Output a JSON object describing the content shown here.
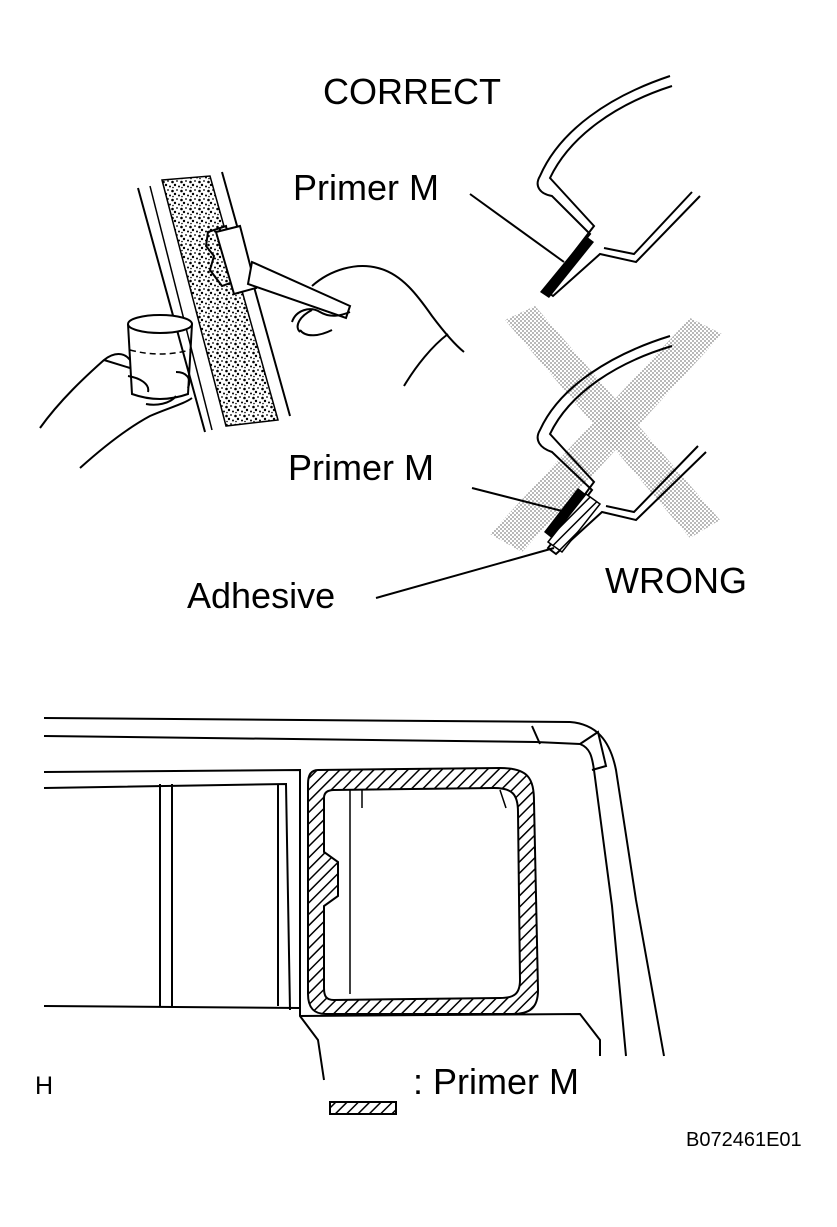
{
  "labels": {
    "correct": "CORRECT",
    "wrong": "WRONG",
    "primer_top": "Primer M",
    "primer_wrong": "Primer M",
    "adhesive": "Adhesive",
    "view_code": "H",
    "legend_primer": ": Primer M",
    "figure_code": "B072461E01"
  },
  "colors": {
    "line": "#000000",
    "background": "#ffffff",
    "wrong_cross": "#9a9a9a"
  }
}
